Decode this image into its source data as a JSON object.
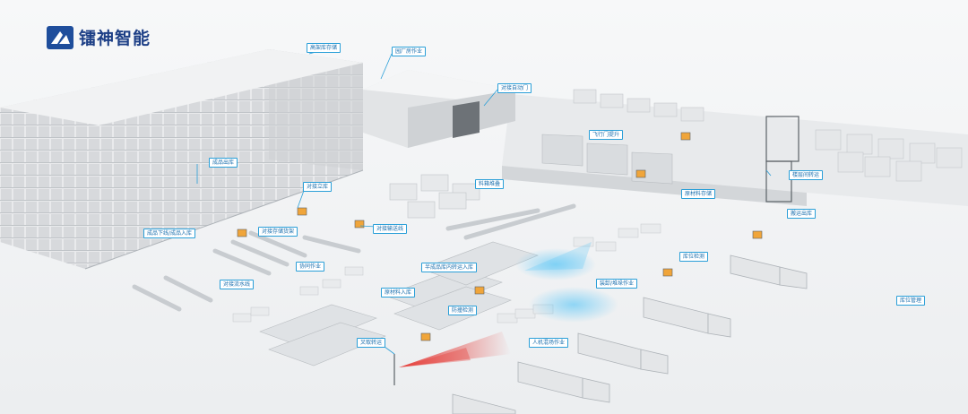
{
  "brand": {
    "name": "镭神智能",
    "logo_color": "#1f4e9c"
  },
  "colors": {
    "accent": "#2a9fd8",
    "scan_red": "#e53935",
    "building_light": "#f1f2f3",
    "building_shade": "#c7cbcf"
  },
  "labels": [
    "高架库存储",
    "园厂房作业",
    "对接自动门",
    "飞行门提升",
    "成品出库",
    "对接立库",
    "料箱堆叠",
    "原材料存储",
    "楼层间转运",
    "搬运出库",
    "成品下线/成品入库",
    "对接存储货架",
    "对接输送线",
    "协同作业",
    "对接流水线",
    "半成品库内转运入库",
    "库位检测",
    "原材料入库",
    "装卸/堆垛作业",
    "防撞检测",
    "叉取转运",
    "人机混场作业",
    "库位管理"
  ]
}
